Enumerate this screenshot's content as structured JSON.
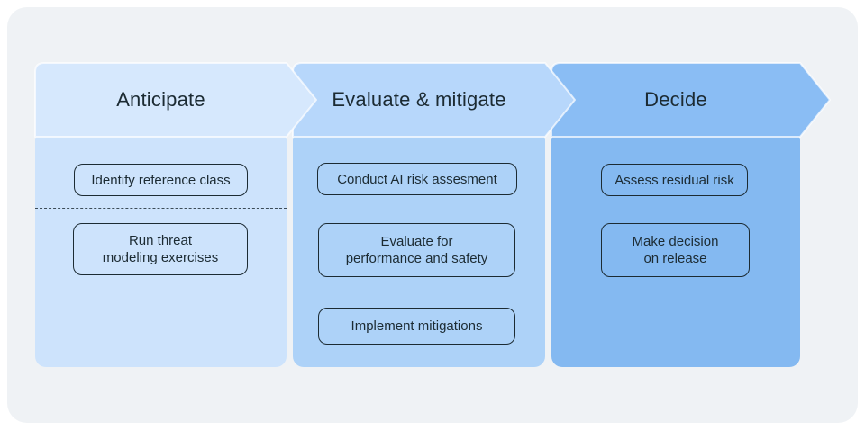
{
  "colors": {
    "page_bg": "#ffffff",
    "card_bg": "#eff2f5",
    "text": "#1c2b33",
    "box_border": "#1c2b33",
    "divider": "#3c4c58",
    "arrow_outline": "rgba(255,255,255,0.7)"
  },
  "columns": [
    {
      "header": "Anticipate",
      "header_color": "#d6e8fd",
      "body_color": "#cde3fc",
      "items": [
        {
          "label": "Identify reference class"
        },
        {
          "label": "Run threat\nmodeling exercises"
        }
      ]
    },
    {
      "header": "Evaluate & mitigate",
      "header_color": "#b7d7fb",
      "body_color": "#add2f8",
      "items": [
        {
          "label": "Conduct AI risk assesment"
        },
        {
          "label": "Evaluate for\nperformance and safety"
        },
        {
          "label": "Implement mitigations"
        }
      ]
    },
    {
      "header": "Decide",
      "header_color": "#8abdf4",
      "body_color": "#84b9f1",
      "items": [
        {
          "label": "Assess residual risk"
        },
        {
          "label": "Make decision\non release"
        }
      ]
    }
  ]
}
